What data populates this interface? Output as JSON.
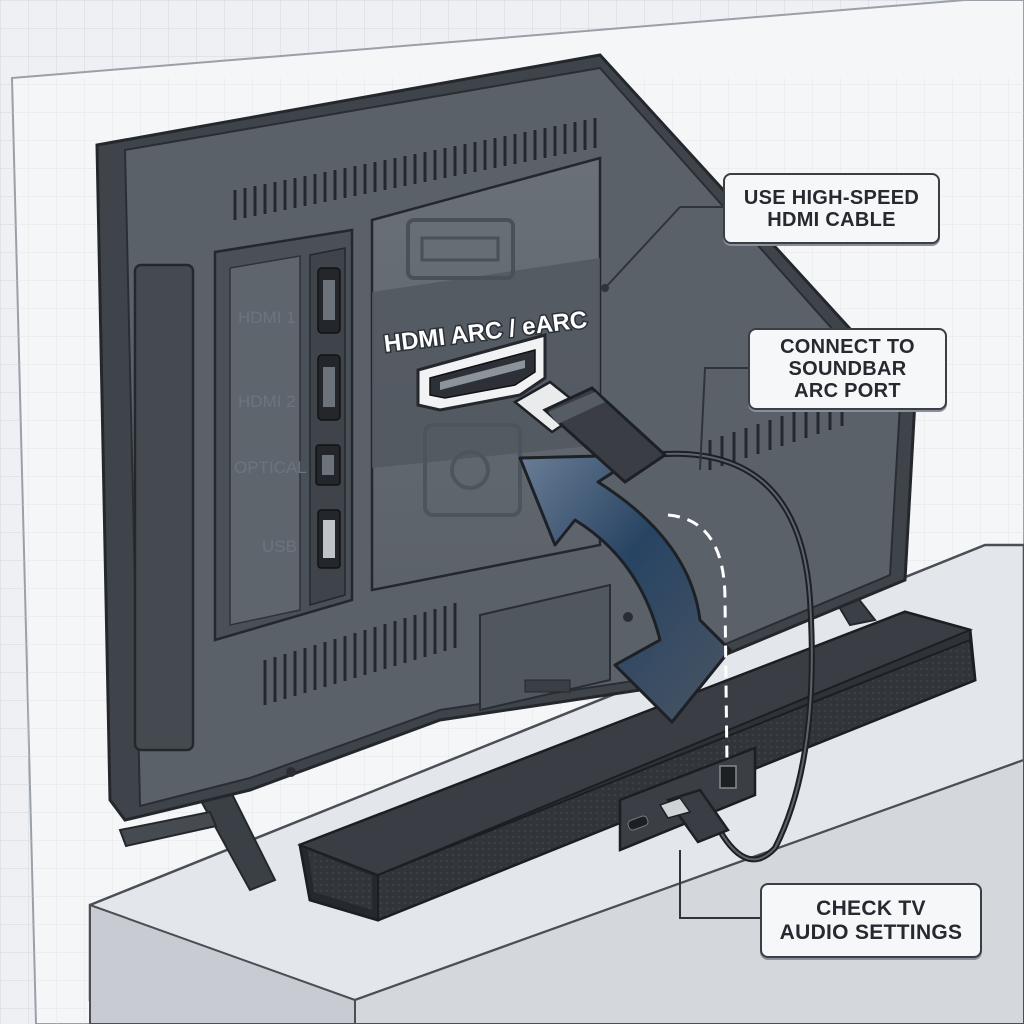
{
  "ports": {
    "hdmi1": "HDMI 1",
    "hdmi2": "HDMI 2",
    "optical": "OPTICAL",
    "usb": "USB",
    "arc_label": "HDMI ARC / eARC"
  },
  "callouts": {
    "cable": {
      "line1": "USE HIGH-SPEED",
      "line2": "HDMI CABLE"
    },
    "connect": {
      "line1": "CONNECT TO",
      "line2": "SOUNDBAR",
      "line3": "ARC PORT"
    },
    "check": {
      "line1": "CHECK TV",
      "line2": "AUDIO SETTINGS"
    }
  },
  "colors": {
    "tv_body": "#5b6169",
    "tv_dark": "#3d4249",
    "soundbar": "#2f3338",
    "arrow_blue": "#2f4a6b",
    "paper": "#f4f5f6",
    "outline": "#2a2e34"
  },
  "icons": [
    "hdmi-port-icon",
    "optical-port-icon",
    "usb-port-icon",
    "hdmi-plug-icon",
    "curved-arrow-icon"
  ]
}
